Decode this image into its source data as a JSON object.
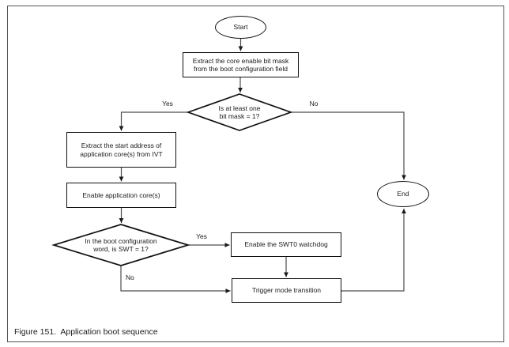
{
  "figure": {
    "caption": "Figure 151.  Application boot sequence"
  },
  "colors": {
    "background": "#ffffff",
    "shape_border": "#111111",
    "connector_line": "#4d4d4d",
    "frame_border": "#555555",
    "text": "#1a1a1a"
  },
  "nodes": {
    "start": {
      "label": "Start"
    },
    "extract_mask": {
      "line1": "Extract the core enable bit mask",
      "line2": "from the boot configuration field"
    },
    "decision_bit_mask": {
      "line1": "Is at least one",
      "line2": "bit mask = 1?"
    },
    "extract_address": {
      "line1": "Extract the start address of",
      "line2": "application core(s) from IVT"
    },
    "enable_cores": {
      "label": "Enable application core(s)"
    },
    "decision_swt": {
      "line1": "In the boot configuration",
      "line2": "word, is SWT = 1?"
    },
    "enable_swt_watchdog": {
      "label": "Enable the SWT0 watchdog"
    },
    "trigger_mode_transition": {
      "label": "Trigger mode transition"
    },
    "end": {
      "label": "End"
    }
  },
  "edge_labels": {
    "decision1_yes": "Yes",
    "decision1_no": "No",
    "decision2_yes": "Yes",
    "decision2_no": "No"
  }
}
